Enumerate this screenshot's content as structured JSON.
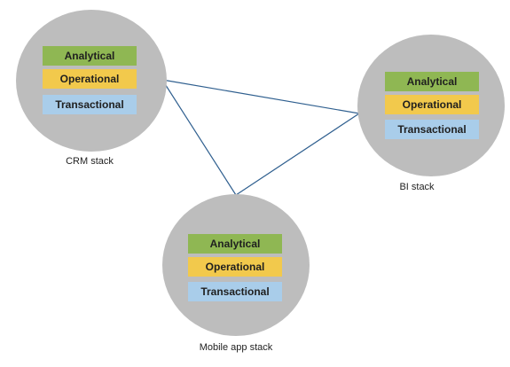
{
  "colors": {
    "circle": "#bdbdbd",
    "connector": "#2f5f8f",
    "analytical": "#8fb753",
    "operational": "#f2c94c",
    "transactional": "#a9cdea"
  },
  "stacks": [
    {
      "caption": "CRM stack",
      "layers": [
        "Analytical",
        "Operational",
        "Transactional"
      ]
    },
    {
      "caption": "BI stack",
      "layers": [
        "Analytical",
        "Operational",
        "Transactional"
      ]
    },
    {
      "caption": "Mobile app stack",
      "layers": [
        "Analytical",
        "Operational",
        "Transactional"
      ]
    }
  ]
}
